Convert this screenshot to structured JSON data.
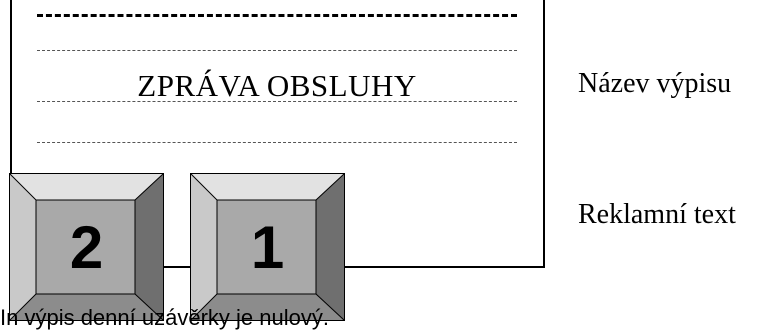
{
  "receipt": {
    "title": "ZPRÁVA OBSLUHY",
    "ad_text_visible": "pu"
  },
  "labels": {
    "report_name": "Název výpisu",
    "ad_text": "Reklamní text"
  },
  "keys": [
    {
      "label": "2"
    },
    {
      "label": "1"
    }
  ],
  "footnote": "In  výpis denní uzávěrky je nulový."
}
